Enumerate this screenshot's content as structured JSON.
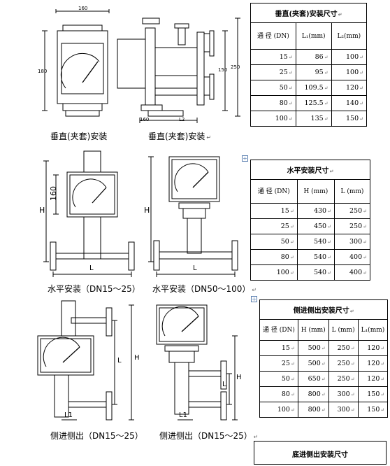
{
  "drawings": [
    {
      "id": "d1",
      "caption": "垂直(夹套)安装",
      "dims": [
        "160",
        "180",
        "150",
        "250",
        "160",
        "L2"
      ]
    },
    {
      "id": "d2",
      "caption": "水平安装（DN15～25）",
      "dims": [
        "160",
        "H",
        "L"
      ]
    },
    {
      "id": "d3",
      "caption": "水平安装（DN50～100）",
      "dims": [
        "H",
        "L"
      ]
    },
    {
      "id": "d4",
      "caption": "侧进侧出（DN15～25）",
      "dims": [
        "H",
        "L",
        "L1"
      ]
    },
    {
      "id": "d5",
      "caption": "侧进侧出（DN15～25）",
      "dims": [
        "H",
        "L",
        "L1"
      ]
    }
  ],
  "second_caption_top": "垂直(夹套)安装",
  "table1": {
    "title": "垂直(夹套)安装尺寸",
    "headers": [
      "通 径 (DN)",
      "L₁(mm)",
      "L₂(mm)"
    ],
    "rows": [
      [
        "15",
        "86",
        "100"
      ],
      [
        "25",
        "95",
        "100"
      ],
      [
        "50",
        "109.5",
        "120"
      ],
      [
        "80",
        "125.5",
        "140"
      ],
      [
        "100",
        "135",
        "150"
      ]
    ]
  },
  "table2": {
    "title": "水平安装尺寸",
    "headers": [
      "通 径 (DN)",
      "H (mm)",
      "L (mm)"
    ],
    "rows": [
      [
        "15",
        "430",
        "250"
      ],
      [
        "25",
        "450",
        "250"
      ],
      [
        "50",
        "540",
        "300"
      ],
      [
        "80",
        "540",
        "400"
      ],
      [
        "100",
        "540",
        "400"
      ]
    ]
  },
  "table3": {
    "title": "侧进侧出安装尺寸",
    "headers": [
      "通 径 (DN)",
      "H (mm)",
      "L (mm)",
      "L₁(mm)"
    ],
    "rows": [
      [
        "15",
        "500",
        "250",
        "120"
      ],
      [
        "25",
        "500",
        "250",
        "120"
      ],
      [
        "50",
        "650",
        "250",
        "120"
      ],
      [
        "80",
        "800",
        "300",
        "150"
      ],
      [
        "100",
        "800",
        "300",
        "150"
      ]
    ]
  },
  "bottom_box_title": "底进侧出安装尺寸"
}
